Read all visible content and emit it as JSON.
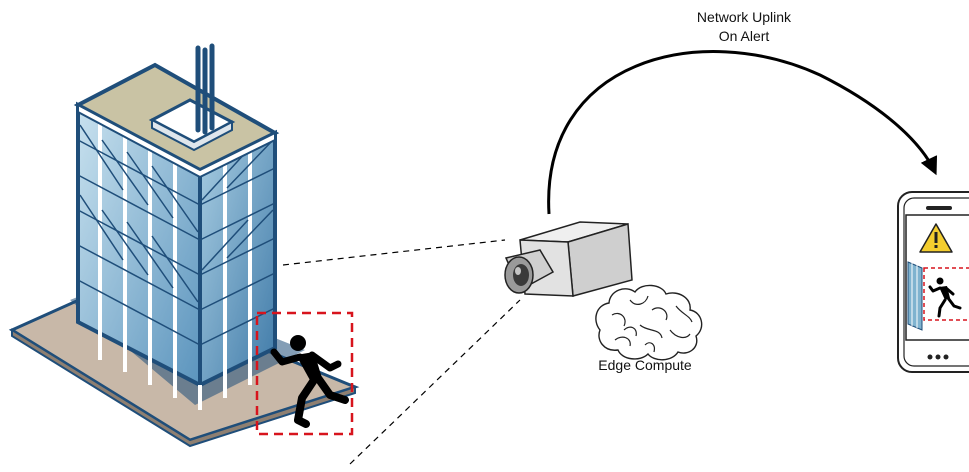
{
  "uplink": {
    "line1": "Network Uplink",
    "line2": "On Alert"
  },
  "edge_compute": {
    "label": "Edge Compute"
  },
  "colors": {
    "building_glass": "#7fb3cf",
    "building_frame": "#1f4e7a",
    "roof": "#c9c3a4",
    "ground_plate": "#c8b8a8",
    "alert_box": "#d7141d",
    "warning": "#f3cd2f",
    "camera_body": "#d9d9d9"
  },
  "icons": [
    "building-icon",
    "running-person-icon",
    "camera-icon",
    "brain-icon",
    "smartphone-icon",
    "warning-icon"
  ]
}
